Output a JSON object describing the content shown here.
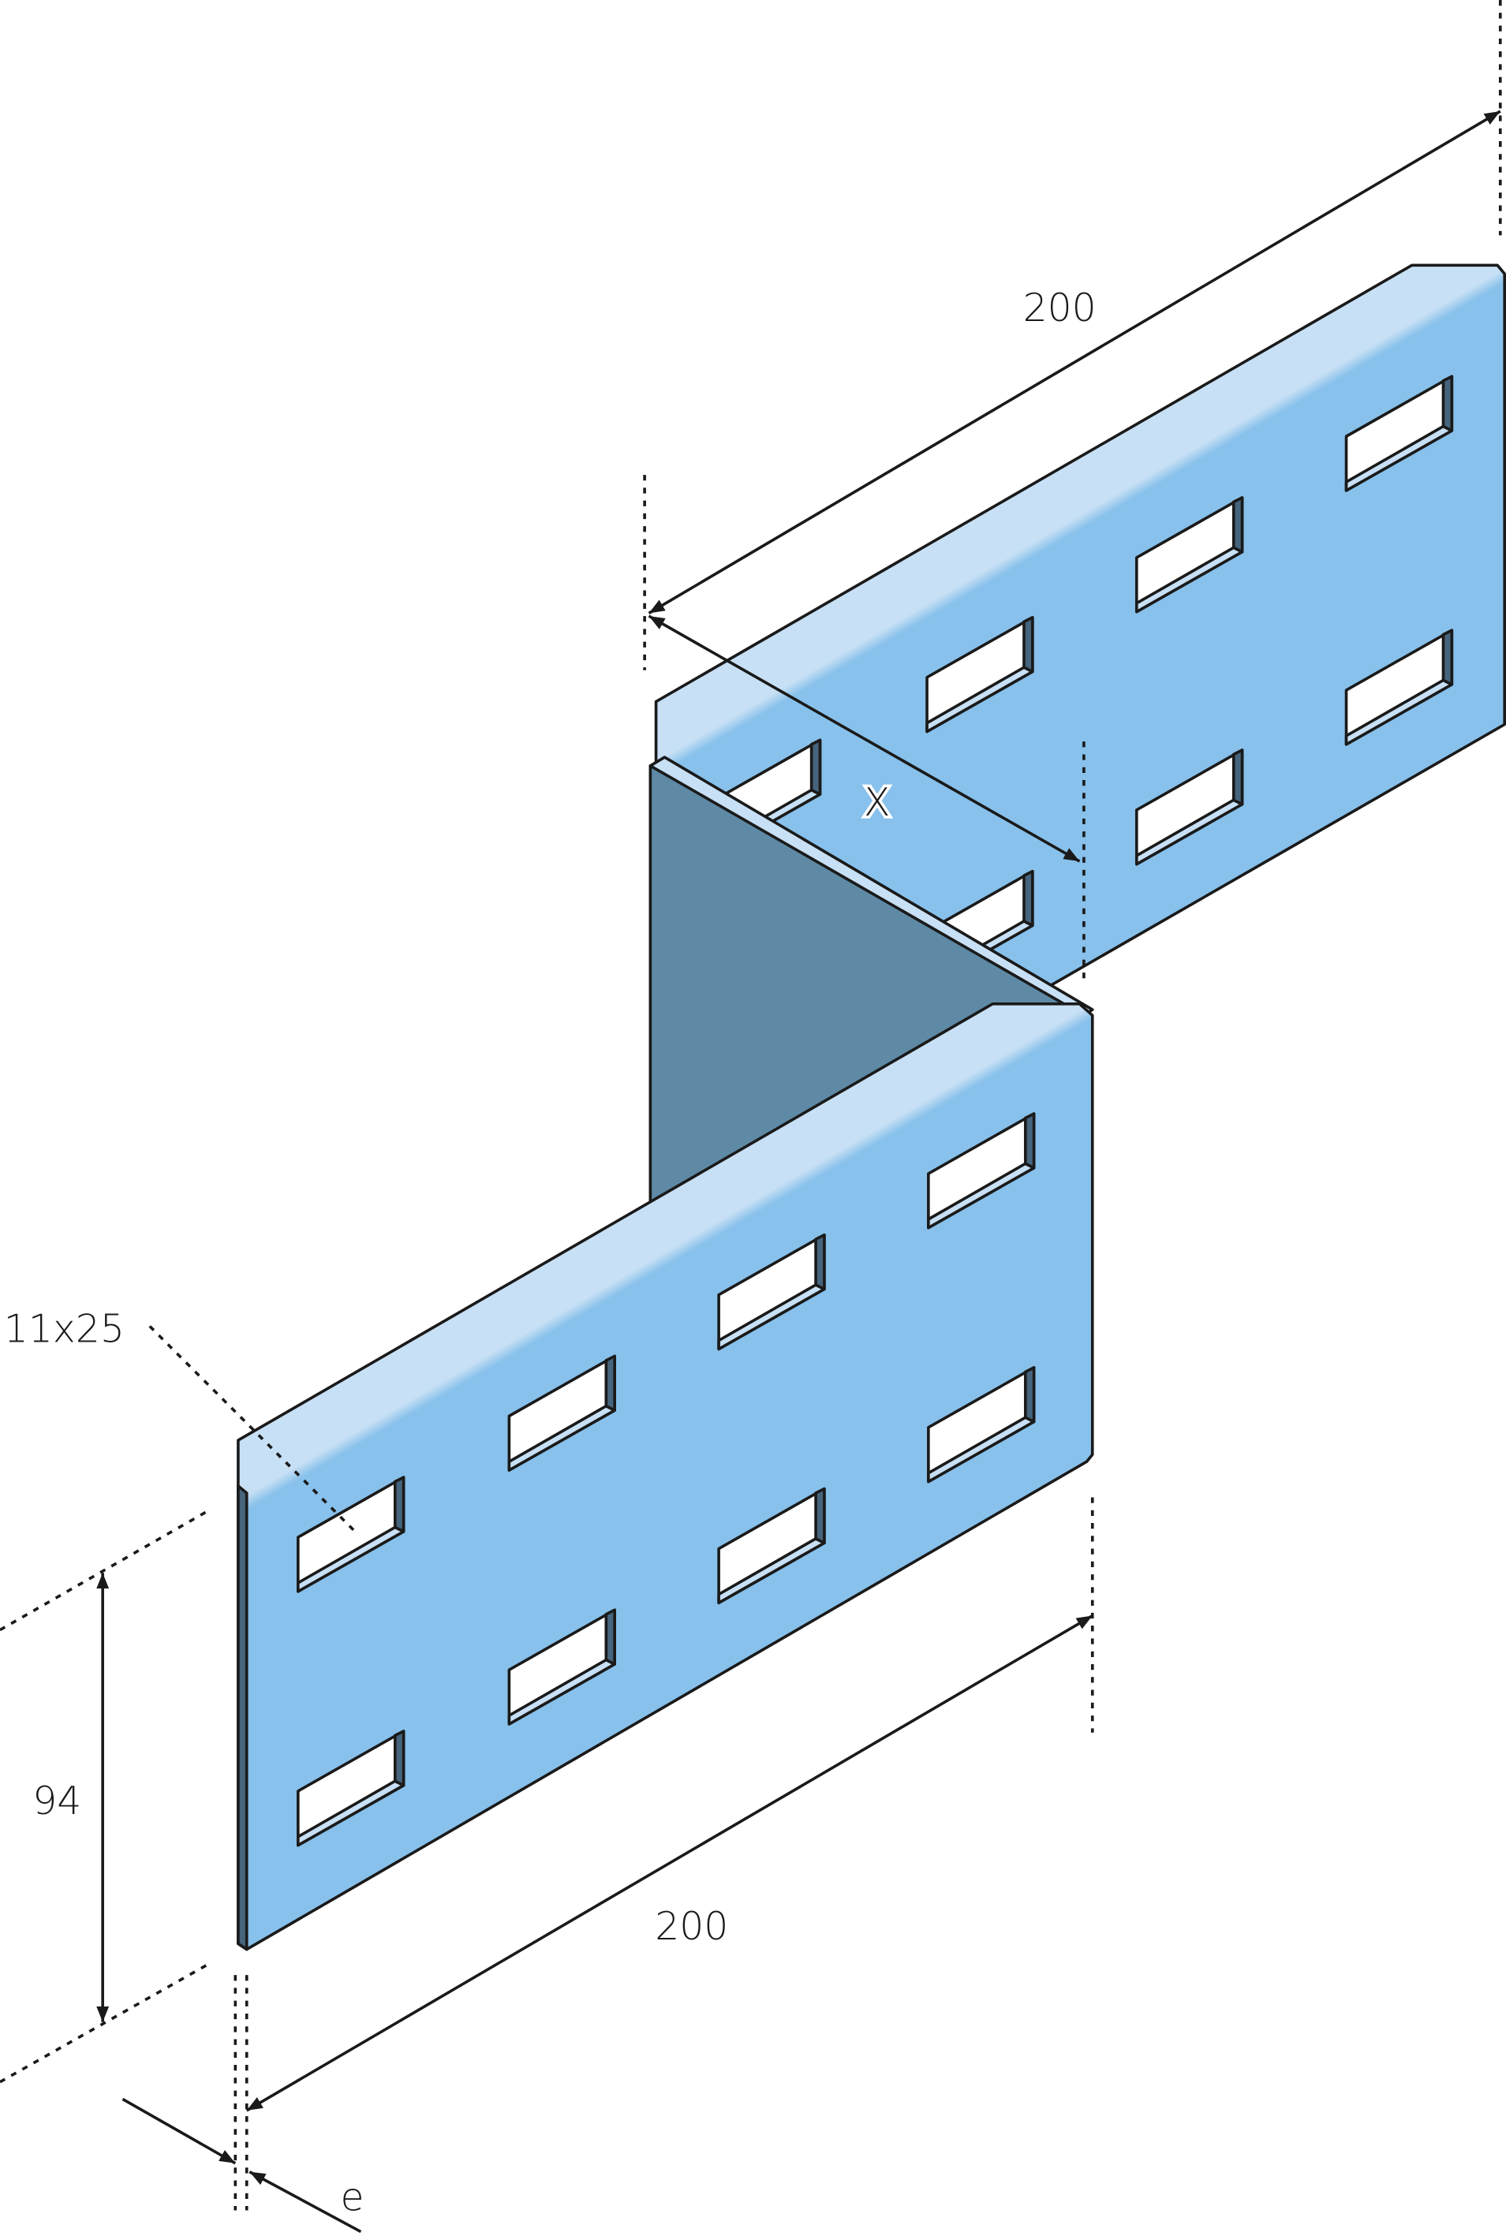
{
  "title": "Cable tray coupler - isometric dimension drawing",
  "dimensions": {
    "upper_length": "200",
    "offset": "X",
    "lower_length": "200",
    "height": "94",
    "slot_size": "11x25",
    "thickness": "e"
  },
  "colors": {
    "panel": "#88c1eb",
    "panel_highlight": "#c8e0f5",
    "web": "#5e8aa6",
    "web_dark": "#46647c",
    "line": "#1a1a1a"
  }
}
